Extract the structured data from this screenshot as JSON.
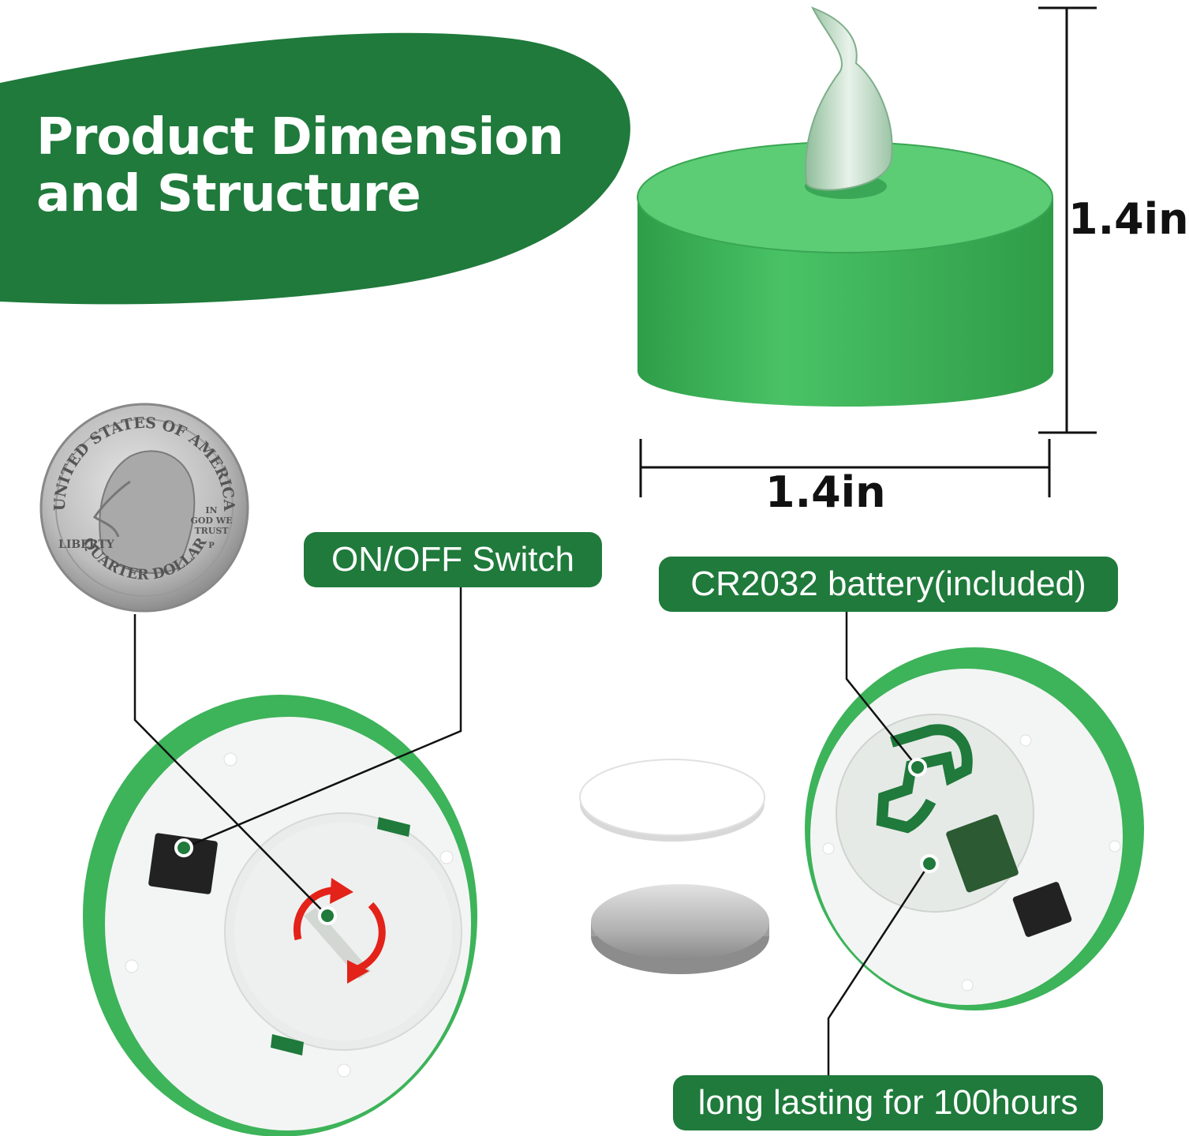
{
  "headline": {
    "line1": "Product Dimension",
    "line2": "and Structure"
  },
  "dimensions": {
    "height": "1.4in",
    "width": "1.4in"
  },
  "labels": {
    "switch": "ON/OFF Switch",
    "battery": "CR2032 battery(included)",
    "runtime": "long lasting for 100hours"
  },
  "coin": {
    "top_text": "UNITED STATES OF AMERICA",
    "bottom_text": "QUARTER DOLLAR",
    "liberty": "LIBERTY",
    "motto_1": "IN",
    "motto_2": "GOD WE",
    "motto_3": "TRUST",
    "mint": "P"
  },
  "colors": {
    "brand_green": "#1f7a3b",
    "candle_green": "#3db35a",
    "accent_red": "#e32219",
    "text_dark": "#111111"
  }
}
